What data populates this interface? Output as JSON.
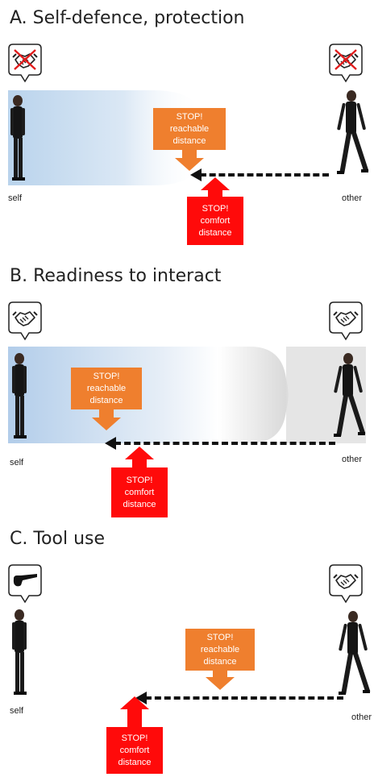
{
  "panels": [
    {
      "title": "A. Self-defence, protection",
      "self_label": "self",
      "other_label": "other",
      "self_icon": "crossed-handshake-icon",
      "other_icon": "crossed-handshake-icon",
      "reachable": {
        "line1": "STOP!",
        "line2": "reachable",
        "line3": "distance"
      },
      "comfort": {
        "line1": "STOP!",
        "line2": "comfort",
        "line3": "distance"
      }
    },
    {
      "title": "B. Readiness to interact",
      "self_label": "self",
      "other_label": "other",
      "self_icon": "handshake-icon",
      "other_icon": "handshake-icon",
      "reachable": {
        "line1": "STOP!",
        "line2": "reachable",
        "line3": "distance"
      },
      "comfort": {
        "line1": "STOP!",
        "line2": "comfort",
        "line3": "distance"
      }
    },
    {
      "title": "C. Tool use",
      "self_label": "self",
      "other_label": "other",
      "self_icon": "tool-icon",
      "other_icon": "handshake-icon",
      "reachable": {
        "line1": "STOP!",
        "line2": "reachable",
        "line3": "distance"
      },
      "comfort": {
        "line1": "STOP!",
        "line2": "comfort",
        "line3": "distance"
      }
    }
  ],
  "colors": {
    "reachable_box": "#ef7f2e",
    "comfort_box": "#ff0a0a",
    "space_gradient": "#b9d3ec",
    "dashed_arrow": "#111111"
  }
}
